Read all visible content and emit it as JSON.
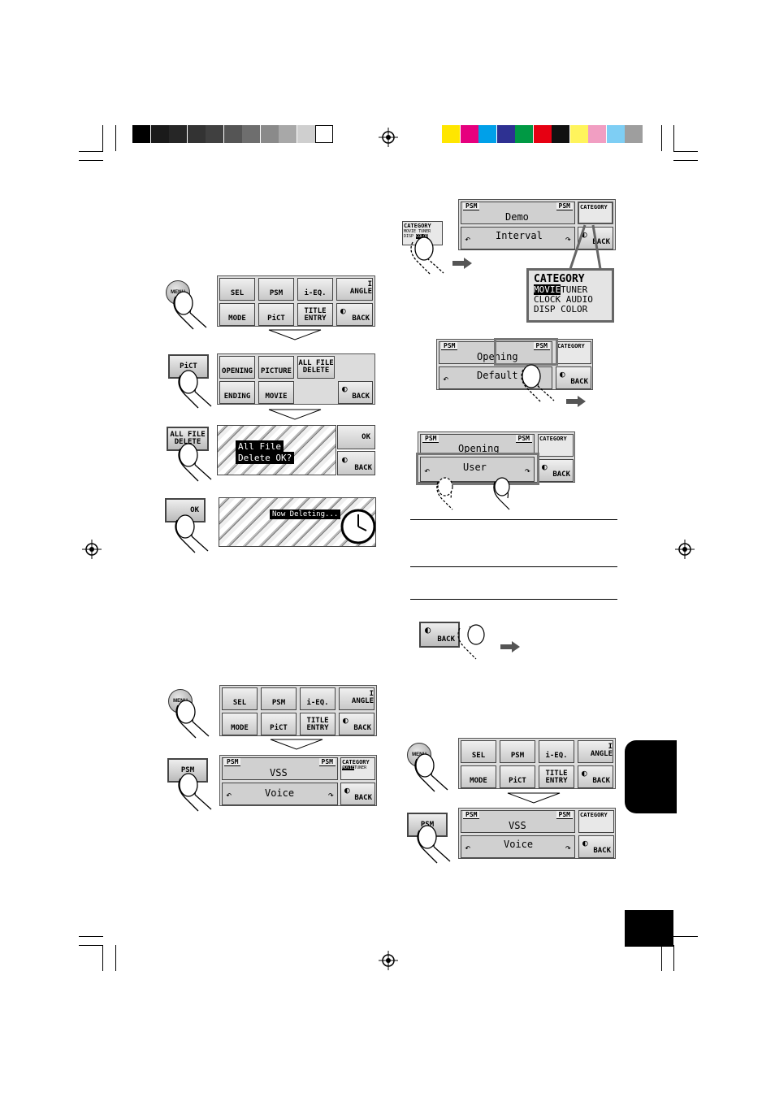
{
  "colors": {
    "gray_bar": [
      "#000000",
      "#1a1a1a",
      "#262626",
      "#333333",
      "#404040",
      "#555555",
      "#6e6e6e",
      "#8a8a8a",
      "#a8a8a8",
      "#cfcfcf",
      "#ffffff"
    ],
    "color_bar": [
      "#ffe600",
      "#e6007e",
      "#00a0e9",
      "#2e3192",
      "#009944",
      "#e60012",
      "#111111",
      "#fff45c",
      "#f19ec2",
      "#7ecef4",
      "#9e9e9e"
    ]
  },
  "menu": {
    "row1": [
      "SEL",
      "PSM",
      "i-EQ.",
      "ANGLE"
    ],
    "row2": [
      "MODE",
      "PiCT",
      "TITLE ENTRY",
      "BACK"
    ],
    "angle_top": "I"
  },
  "pict_menu": {
    "row1": [
      "OPENING",
      "PICTURE",
      "ALL FILE DELETE"
    ],
    "row2": [
      "ENDING",
      "MOVIE",
      "BACK"
    ]
  },
  "keys": {
    "menu": "MENU",
    "pict": "PiCT",
    "all_file_delete": "ALL FILE DELETE",
    "ok": "OK",
    "psm": "PSM",
    "back": "BACK"
  },
  "confirm_screen": {
    "line1": "All File",
    "line2": "Delete OK?",
    "ok": "OK",
    "back": "BACK"
  },
  "deleting_screen": {
    "text": "Now Deleting..."
  },
  "psm_screen_vss": {
    "top": "VSS",
    "bottom": "Voice",
    "psm": "PSM"
  },
  "psm_screen_demo": {
    "top": "Demo",
    "bottom": "Interval",
    "psm": "PSM"
  },
  "psm_screen_opening": {
    "top": "Opening",
    "bottom": "Default",
    "psm": "PSM"
  },
  "psm_screen_user": {
    "top": "Opening",
    "bottom": "User",
    "psm": "PSM"
  },
  "category": {
    "title": "CATEGORY",
    "row1": [
      "MOVIE",
      "TUNER"
    ],
    "row2": [
      "CLOCK",
      "AUDIO"
    ],
    "row3": [
      "DISP",
      "COLOR"
    ]
  }
}
